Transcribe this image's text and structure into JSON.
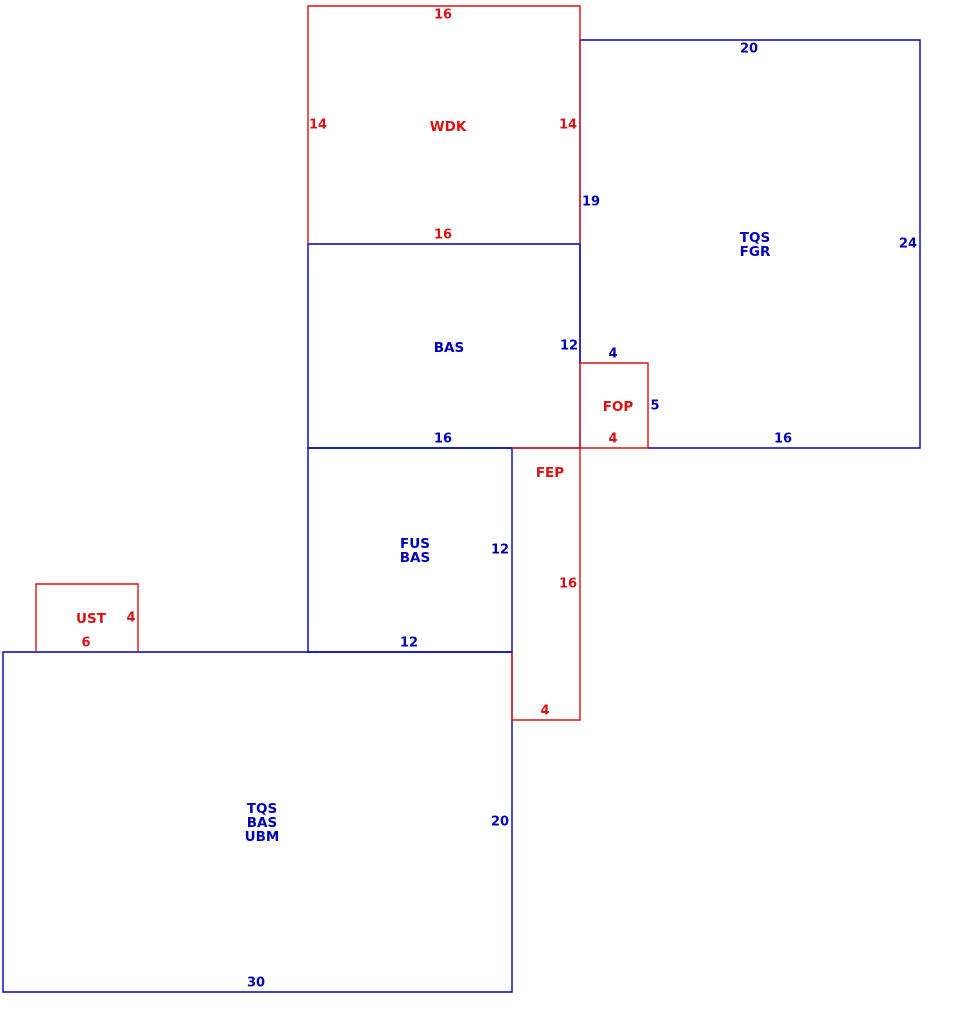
{
  "colors": {
    "main": "#0000bb",
    "secondary": "#dd1111"
  },
  "areas": [
    {
      "id": "tqs-bas-ubm",
      "codes": [
        "TQS",
        "BAS",
        "UBM"
      ],
      "color": "main"
    },
    {
      "id": "fus-bas",
      "codes": [
        "FUS",
        "BAS"
      ],
      "color": "main"
    },
    {
      "id": "bas",
      "codes": [
        "BAS"
      ],
      "color": "main"
    },
    {
      "id": "tqs-fgr",
      "codes": [
        "TQS",
        "FGR"
      ],
      "color": "main"
    },
    {
      "id": "wdk",
      "codes": [
        "WDK"
      ],
      "color": "secondary"
    },
    {
      "id": "fop",
      "codes": [
        "FOP"
      ],
      "color": "secondary"
    },
    {
      "id": "fep",
      "codes": [
        "FEP"
      ],
      "color": "secondary"
    },
    {
      "id": "ust",
      "codes": [
        "UST"
      ],
      "color": "secondary"
    }
  ],
  "dimensions": [
    {
      "id": "wdk-top",
      "value": "16",
      "color": "secondary"
    },
    {
      "id": "wdk-left",
      "value": "14",
      "color": "secondary"
    },
    {
      "id": "wdk-right",
      "value": "14",
      "color": "secondary"
    },
    {
      "id": "wdk-bottom",
      "value": "16",
      "color": "secondary"
    },
    {
      "id": "fgr-top",
      "value": "20",
      "color": "main"
    },
    {
      "id": "fgr-left",
      "value": "19",
      "color": "main"
    },
    {
      "id": "fgr-right",
      "value": "24",
      "color": "main"
    },
    {
      "id": "fgr-bottom",
      "value": "16",
      "color": "main"
    },
    {
      "id": "bas-right",
      "value": "12",
      "color": "main"
    },
    {
      "id": "bas-bottom",
      "value": "16",
      "color": "main"
    },
    {
      "id": "fop-top",
      "value": "4",
      "color": "main"
    },
    {
      "id": "fop-right",
      "value": "5",
      "color": "main"
    },
    {
      "id": "fop-bottom",
      "value": "4",
      "color": "secondary"
    },
    {
      "id": "fus-right",
      "value": "12",
      "color": "main"
    },
    {
      "id": "fus-bottom",
      "value": "12",
      "color": "main"
    },
    {
      "id": "fep-right",
      "value": "16",
      "color": "secondary"
    },
    {
      "id": "fep-bottom",
      "value": "4",
      "color": "secondary"
    },
    {
      "id": "ust-right",
      "value": "4",
      "color": "secondary"
    },
    {
      "id": "ust-bottom",
      "value": "6",
      "color": "secondary"
    },
    {
      "id": "ubm-right",
      "value": "20",
      "color": "main"
    },
    {
      "id": "ubm-bottom",
      "value": "30",
      "color": "main"
    }
  ]
}
